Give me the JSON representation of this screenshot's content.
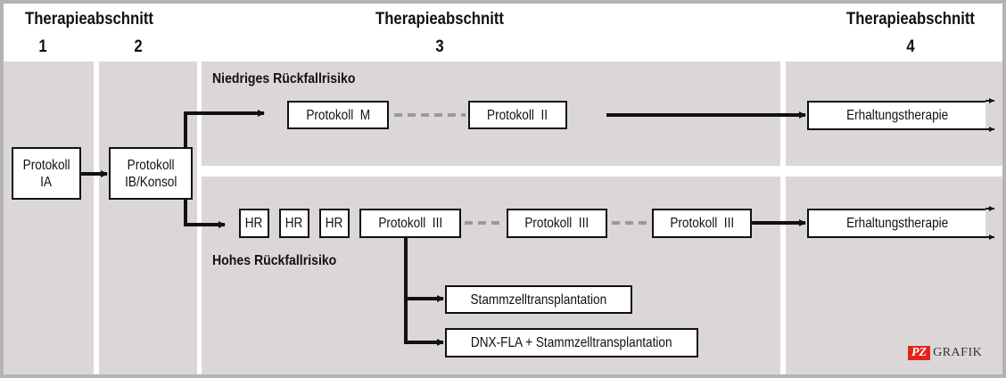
{
  "header": {
    "sections": [
      {
        "title": "Therapieabschnitt",
        "number": "1"
      },
      {
        "title": "",
        "number": "2"
      },
      {
        "title": "Therapieabschnitt",
        "number": "3"
      },
      {
        "title": "Therapieabschnitt",
        "number": "4"
      }
    ]
  },
  "labels": {
    "low_risk": "Niedriges Rückfallrisiko",
    "high_risk": "Hohes Rückfallrisiko"
  },
  "boxes": {
    "ia": "Protokoll\nIA",
    "ia_l1": "Protokoll",
    "ia_l2": "IA",
    "ib_l1": "Protokoll",
    "ib_l2": "IB/Konsol",
    "m": "Protokoll  M",
    "ii": "Protokoll  II",
    "maint_low": "Erhaltungstherapie",
    "hr1": "HR",
    "hr2": "HR",
    "hr3": "HR",
    "iii1": "Protokoll  III",
    "iii2": "Protokoll  III",
    "iii3": "Protokoll  III",
    "maint_high": "Erhaltungstherapie",
    "sct": "Stammzelltransplantation",
    "dnx": "DNX-FLA + Stammzelltransplantation"
  },
  "logo": {
    "mark": "PZ",
    "text": "GRAFIK"
  },
  "colors": {
    "panel": "#dcd7d7",
    "border": "#b3b3b3",
    "logo_red": "#e2231a",
    "dash": "#9a9a9a"
  }
}
